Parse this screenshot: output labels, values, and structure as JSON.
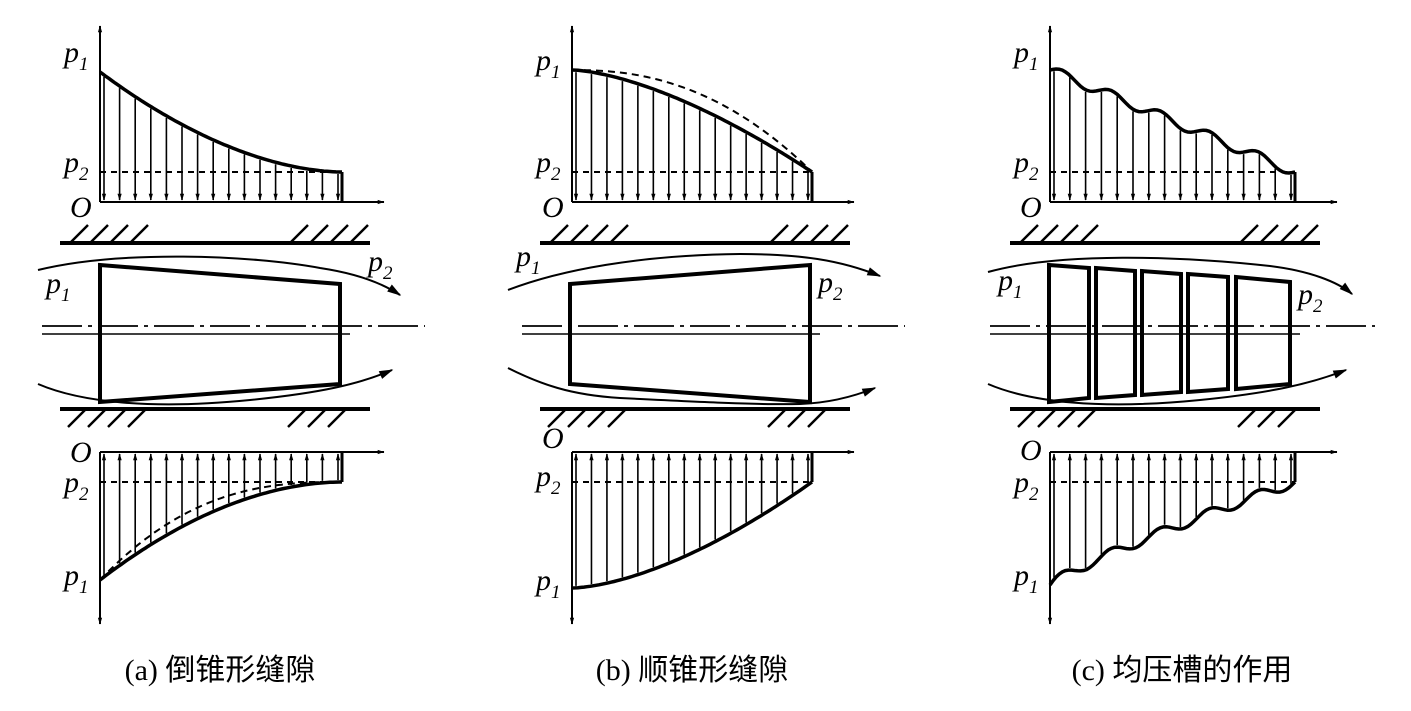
{
  "panels": [
    {
      "id": "a",
      "caption": "(a) 倒锥形缝隙",
      "top_labels": {
        "p1": "p",
        "p1_sub": "1",
        "p2": "p",
        "p2_sub": "2",
        "origin": "O"
      },
      "bottom_labels": {
        "p1": "p",
        "p1_sub": "1",
        "p2": "p",
        "p2_sub": "2",
        "origin": "O"
      },
      "flow_labels": {
        "left": "p",
        "left_sub": "1",
        "right": "p",
        "right_sub": "2"
      }
    },
    {
      "id": "b",
      "caption": "(b) 顺锥形缝隙",
      "top_labels": {
        "p1": "p",
        "p1_sub": "1",
        "p2": "p",
        "p2_sub": "2",
        "origin": "O"
      },
      "bottom_labels": {
        "p1": "p",
        "p1_sub": "1",
        "p2": "p",
        "p2_sub": "2",
        "origin": "O"
      },
      "flow_labels": {
        "left": "p",
        "left_sub": "1",
        "right": "p",
        "right_sub": "2"
      }
    },
    {
      "id": "c",
      "caption": "(c) 均压槽的作用",
      "top_labels": {
        "p1": "p",
        "p1_sub": "1",
        "p2": "p",
        "p2_sub": "2",
        "origin": "O"
      },
      "bottom_labels": {
        "p1": "p",
        "p1_sub": "1",
        "p2": "p",
        "p2_sub": "2",
        "origin": "O"
      },
      "flow_labels": {
        "left": "p",
        "left_sub": "1",
        "right": "p",
        "right_sub": "2"
      }
    }
  ]
}
